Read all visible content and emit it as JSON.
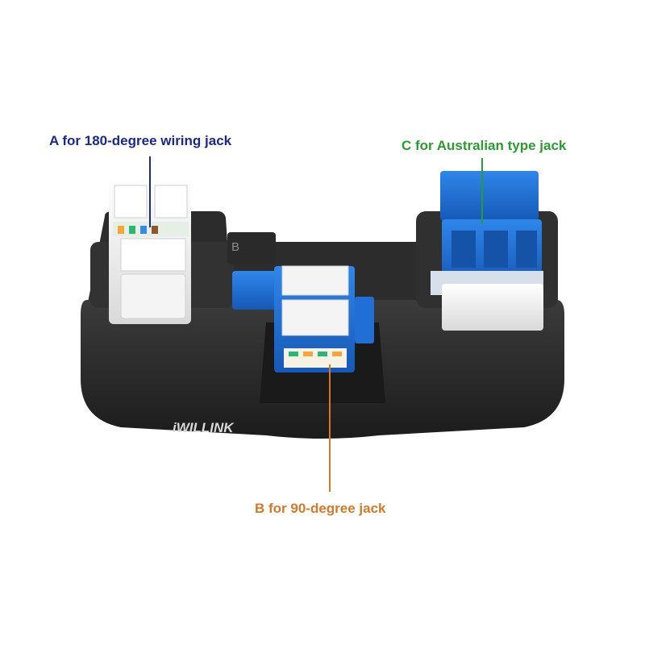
{
  "labels": {
    "a": {
      "text": "A for 180-degree wiring jack",
      "color": "#1b2a8a"
    },
    "b": {
      "text": "B for 90-degree jack",
      "color": "#d4792a"
    },
    "c": {
      "text": "C for Australian type jack",
      "color": "#2e9a34"
    }
  },
  "product": {
    "brand": "iWILLINK",
    "slot_mark": "B"
  },
  "colors": {
    "body": "#262626",
    "body_top": "#3a3a3a",
    "jack_white": "#f1f1f1",
    "jack_blue": "#1f6fd6",
    "jack_blue_dark": "#1553a8"
  }
}
